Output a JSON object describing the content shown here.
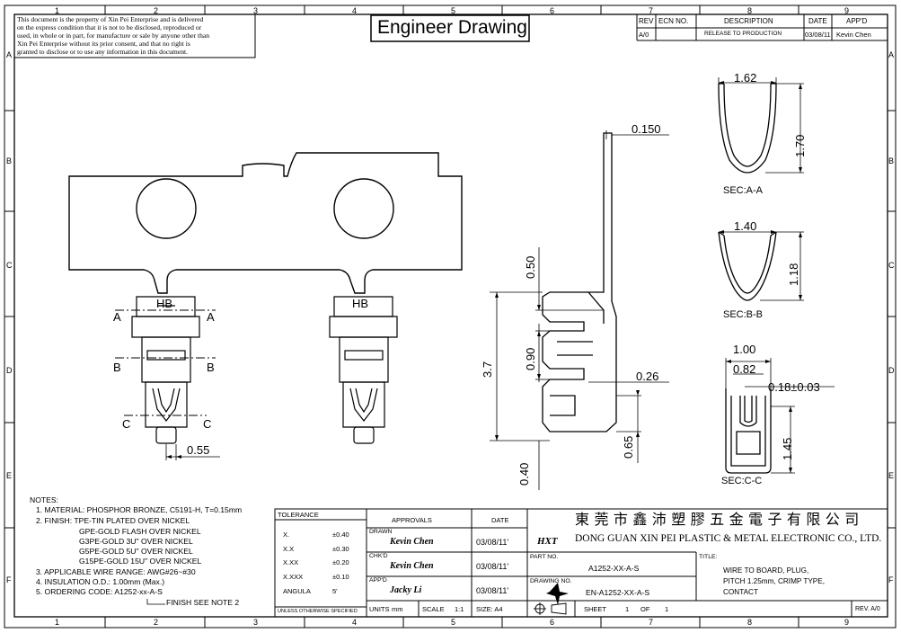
{
  "frame": {
    "top_zones": [
      "1",
      "2",
      "3",
      "4",
      "5",
      "6",
      "7",
      "8",
      "9"
    ],
    "bottom_zones": [
      "1",
      "2",
      "3",
      "4",
      "5",
      "6",
      "7",
      "8",
      "9"
    ],
    "side_zones": [
      "A",
      "B",
      "C",
      "D",
      "E",
      "F"
    ]
  },
  "notice": [
    "This document is the property of Xin Pei Enterprise and is delivered",
    "on  the  express  condition  that it  is  not  to  be  disclosed,  reproduced or",
    "used, in whole  or  in  part,  for  manufacture  or  sale  by  anyone  other than",
    "Xin Pei Enterprise  without   its  prior consent,  and  that   no  right  is",
    "granted to disclose or to use any information in this document."
  ],
  "title": "Engineer Drawing",
  "revision": {
    "headers": [
      "REV",
      "ECN NO.",
      "DESCRIPTION",
      "DATE",
      "APP'D"
    ],
    "row": [
      "A/0",
      "",
      "RELEASE TO PRODUCTION",
      "03/08/11",
      "Kevin Chen"
    ]
  },
  "dims": {
    "d055": "0.55",
    "d0150": "0.150",
    "d050": "0.50",
    "d37": "3.7",
    "d090": "0.90",
    "d026": "0.26",
    "d065": "0.65",
    "d040": "0.40",
    "d162": "1.62",
    "d170": "1.70",
    "d140": "1.40",
    "d118": "1.18",
    "d100": "1.00",
    "d082": "0.82",
    "d018": "0.18±0.03",
    "d145": "1.45"
  },
  "marks": {
    "hb": "HB"
  },
  "sections": {
    "a_left": "A",
    "a_right": "A",
    "b_left": "B",
    "b_right": "B",
    "c_left": "C",
    "c_right": "C",
    "sec_a": "SEC:A-A",
    "sec_b": "SEC:B-B",
    "sec_c": "SEC:C-C"
  },
  "notes": {
    "heading": "NOTES:",
    "lines": [
      "1. MATERIAL: PHOSPHOR BRONZE, C5191-H, T=0.15mm",
      "2. FINISH: TPE-TIN PLATED OVER NICKEL",
      "GPE-GOLD FLASH OVER NICKEL",
      "G3PE-GOLD 3U\" OVER NICKEL",
      "G5PE-GOLD 5U\" OVER NICKEL",
      "G15PE-GOLD 15U\" OVER NICKEL",
      "3. APPLICABLE WIRE RANGE: AWG#26~#30",
      "4. INSULATION O.D.: 1.00mm (Max.)",
      "5. ORDERING CODE: A1252-xx-A-S"
    ],
    "finish_note": "FINISH SEE NOTE 2"
  },
  "tolerance": {
    "header": "TOLERANCE",
    "rows": [
      [
        "X.",
        "±0.40"
      ],
      [
        "X.X",
        "±0.30"
      ],
      [
        "X.XX",
        "±0.20"
      ],
      [
        "X.XXX",
        "±0.10"
      ],
      [
        "ANGULA",
        "5'"
      ]
    ],
    "footer": "UNLESS OTHERWISE SPECIFIED"
  },
  "approvals": {
    "header": "APPROVALS",
    "date_header": "DATE",
    "drawn_label": "DRAWN",
    "drawn_name": "Kevin Chen",
    "drawn_date": "03/08/11'",
    "chk_label": "CHK'D",
    "chk_name": "Kevin Chen",
    "chk_date": "03/08/11'",
    "app_label": "APP'D",
    "app_name": "Jacky Li",
    "app_date": "03/08/11'"
  },
  "company": {
    "logo_text": "HXT",
    "chinese": "東 莞 市 鑫 沛 塑 膠 五 金 電 子 有 限 公 司",
    "english": "DONG GUAN XIN PEI PLASTIC & METAL ELECTRONIC CO., LTD."
  },
  "part": {
    "part_label": "PART NO.",
    "part_no": "A1252-XX-A-S",
    "drawing_label": "DRAWING NO.",
    "drawing_no": "EN-A1252-XX-A-S",
    "title_label": "TITLE:",
    "title_lines": [
      "WIRE TO BOARD, PLUG,",
      "PITCH 1.25mm, CRIMP TYPE,",
      "CONTACT"
    ]
  },
  "footer": {
    "units_label": "UNITS",
    "units": "mm",
    "scale_label": "SCALE",
    "scale": "1:1",
    "size": "SIZE: A4",
    "sheet_label": "SHEET",
    "sheet": "1",
    "of_label": "OF",
    "of": "1",
    "rev": "REV. A/0"
  }
}
